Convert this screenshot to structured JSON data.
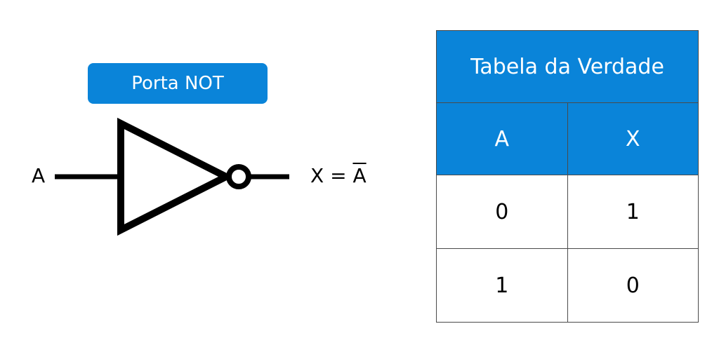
{
  "gate": {
    "title": "Porta NOT",
    "input_label": "A",
    "output_prefix": "X = ",
    "output_negated": "A"
  },
  "truth_table": {
    "title": "Tabela da Verdade",
    "headers": [
      "A",
      "X"
    ],
    "rows": [
      [
        "0",
        "1"
      ],
      [
        "1",
        "0"
      ]
    ]
  },
  "colors": {
    "accent": "#0a84d9",
    "text_on_accent": "#ffffff"
  }
}
